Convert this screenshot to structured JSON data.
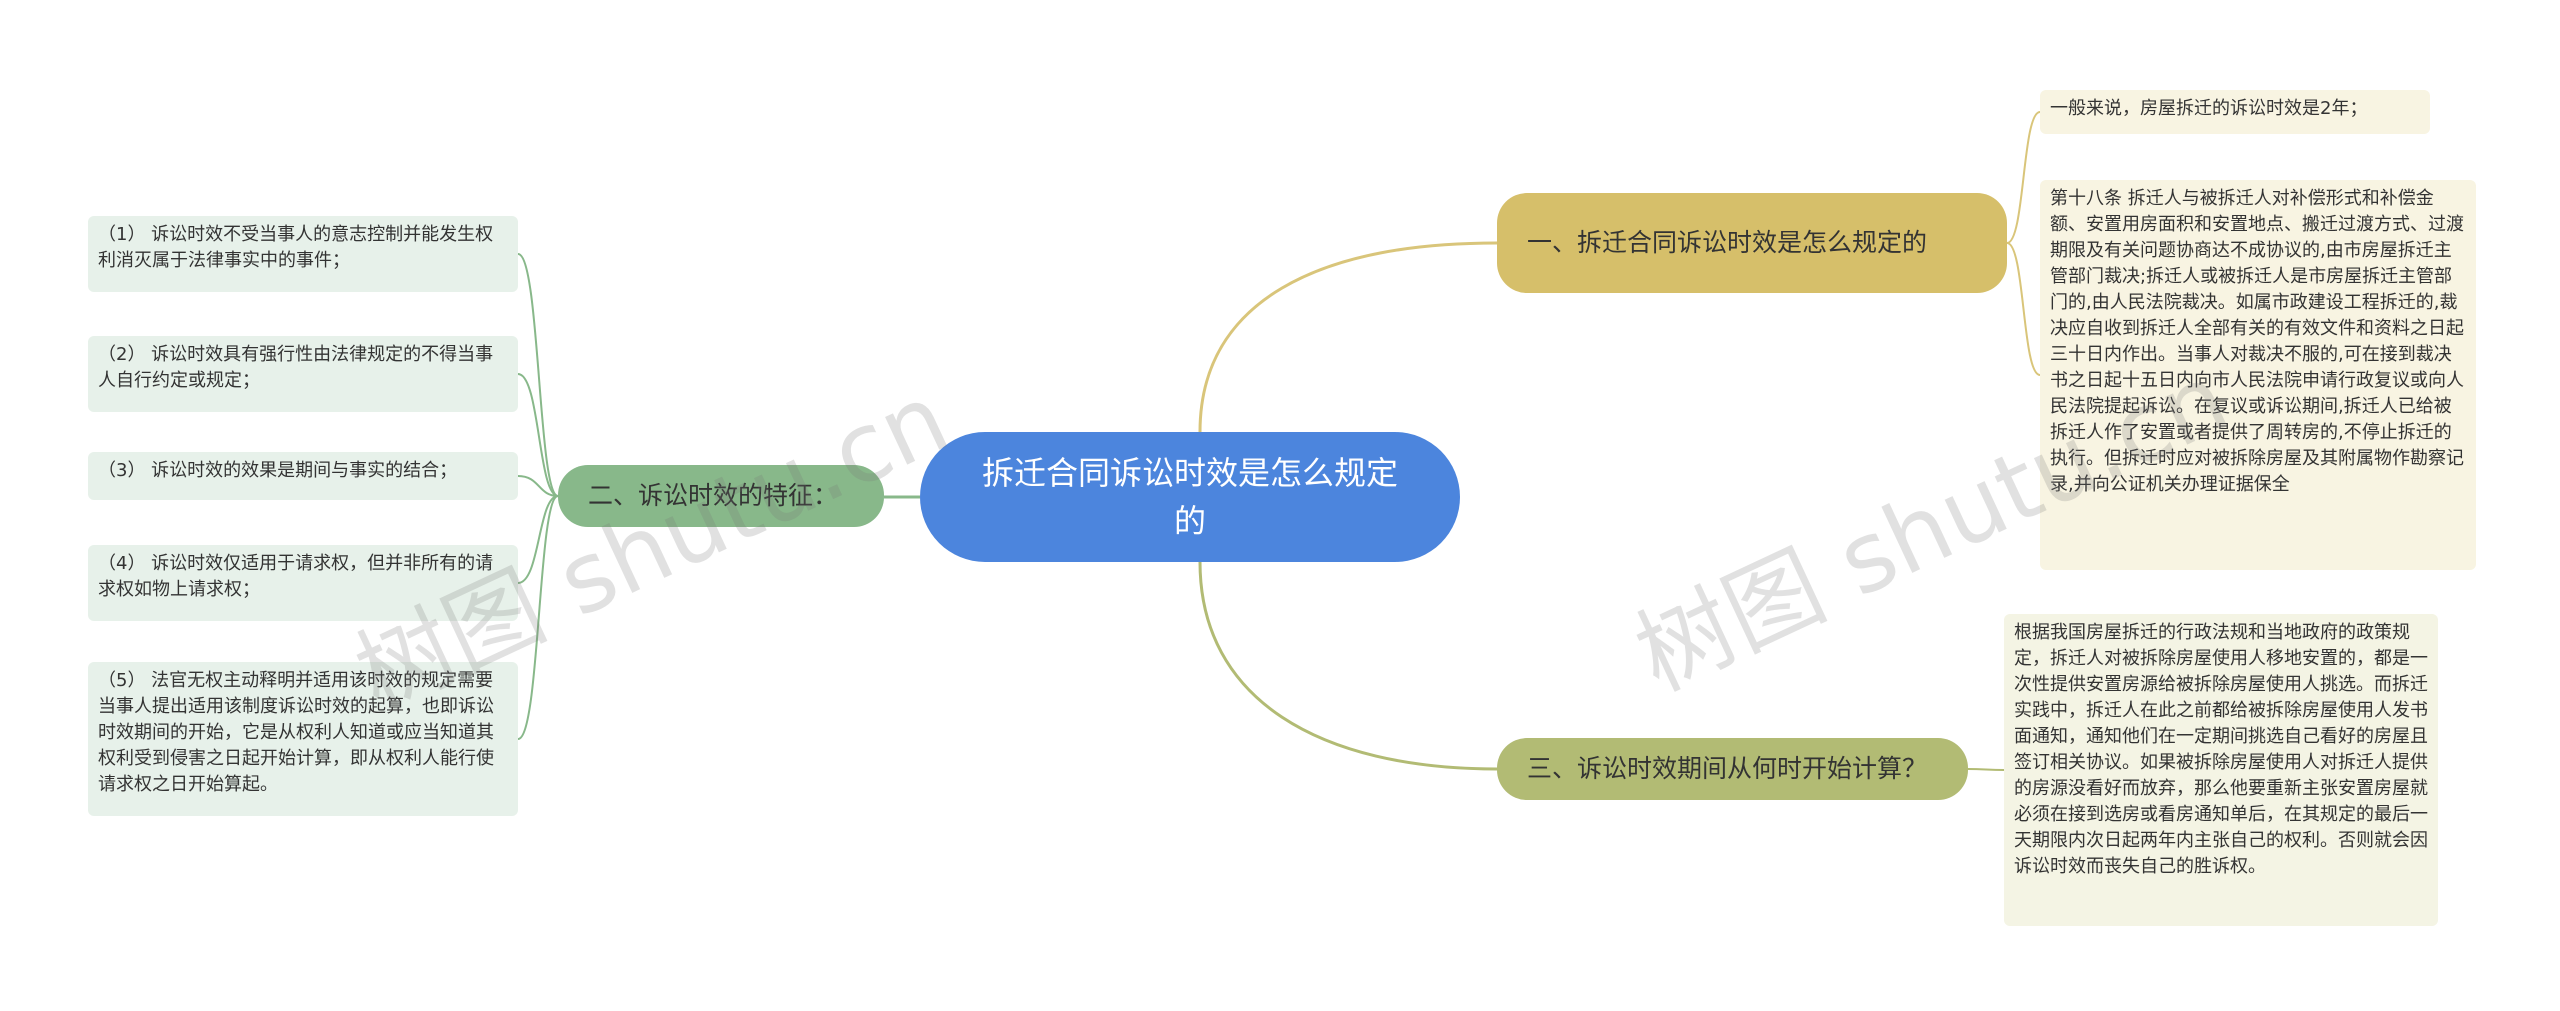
{
  "root": {
    "text": "拆迁合同诉讼时效是怎么规定的"
  },
  "branches": [
    {
      "text": "一、拆迁合同诉讼时效是怎么规定的",
      "leaves": [
        "一般来说，房屋拆迁的诉讼时效是2年；",
        "第十八条 拆迁人与被拆迁人对补偿形式和补偿金额、安置用房面积和安置地点、搬迁过渡方式、过渡期限及有关问题协商达不成协议的,由市房屋拆迁主管部门裁决;拆迁人或被拆迁人是市房屋拆迁主管部门的,由人民法院裁决。如属市政建设工程拆迁的,裁决应自收到拆迁人全部有关的有效文件和资料之日起三十日内作出。当事人对裁决不服的,可在接到裁决书之日起十五日内向市人民法院申请行政复议或向人民法院提起诉讼。在复议或诉讼期间,拆迁人已给被拆迁人作了安置或者提供了周转房的,不停止拆迁的执行。但拆迁时应对被拆除房屋及其附属物作勘察记录,并向公证机关办理证据保全"
      ]
    },
    {
      "text": "二、诉讼时效的特征：",
      "leaves": [
        "（1） 诉讼时效不受当事人的意志控制并能发生权利消灭属于法律事实中的事件；",
        "（2） 诉讼时效具有强行性由法律规定的不得当事人自行约定或规定；",
        "（3） 诉讼时效的效果是期间与事实的结合；",
        "（4） 诉讼时效仅适用于请求权，但并非所有的请求权如物上请求权；",
        "（5） 法官无权主动释明并适用该时效的规定需要当事人提出适用该制度诉讼时效的起算，也即诉讼时效期间的开始，它是从权利人知道或应当知道其权利受到侵害之日起开始计算，即从权利人能行使请求权之日开始算起。"
      ]
    },
    {
      "text": "三、诉讼时效期间从何时开始计算？",
      "leaves": [
        "根据我国房屋拆迁的行政法规和当地政府的政策规定，拆迁人对被拆除房屋使用人移地安置的，都是一次性提供安置房源给被拆除房屋使用人挑选。而拆迁实践中，拆迁人在此之前都给被拆除房屋使用人发书面通知，通知他们在一定期间挑选自己看好的房屋且签订相关协议。如果被拆除房屋使用人对拆迁人提供的房源没看好而放弃，那么他要重新主张安置房屋就必须在接到选房或看房通知单后，在其规定的最后一天期限内次日起两年内主张自己的权利。否则就会因诉讼时效而丧失自己的胜诉权。"
      ]
    }
  ],
  "watermark": {
    "text": "树图 shutu.cn"
  },
  "colors": {
    "root": "#4c85dd",
    "branch1": "#d6bf6a",
    "branch2": "#88b88a",
    "branch3": "#b2bb74",
    "link1": "#d9c57a",
    "link2": "#88b88a",
    "link3": "#b2bb74"
  }
}
